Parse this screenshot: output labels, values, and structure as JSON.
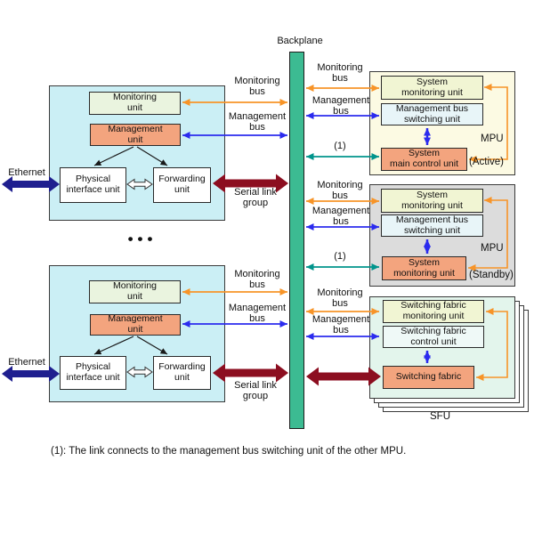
{
  "title": {
    "backplane": "Backplane"
  },
  "buses": {
    "monitoring": "Monitoring\nbus",
    "management": "Management\nbus",
    "serial_link_group": "Serial link\ngroup",
    "link_note_ref": "(1)"
  },
  "lpu": {
    "ethernet": "Ethernet",
    "monitoring_unit": "Monitoring\nunit",
    "management_unit": "Management\nunit",
    "physical_interface_unit": "Physical\ninterface unit",
    "forwarding_unit": "Forwarding\nunit",
    "ellipsis": "•••"
  },
  "mpu_active": {
    "system_monitoring_unit": "System\nmonitoring unit",
    "management_bus_switching_unit": "Management bus\nswitching unit",
    "system_main_control_unit": "System\nmain control unit",
    "tag": "MPU",
    "state": "(Active)"
  },
  "mpu_standby": {
    "system_monitoring_unit": "System\nmonitoring unit",
    "management_bus_switching_unit": "Management bus\nswitching unit",
    "bottom_control_unit": "System\nmonitoring unit",
    "tag": "MPU",
    "state": "(Standby)"
  },
  "sfu": {
    "switching_fabric_monitoring_unit": "Switching fabric\nmonitoring unit",
    "switching_fabric_control_unit": "Switching fabric\ncontrol unit",
    "switching_fabric": "Switching fabric",
    "tag": "SFU"
  },
  "footnote": "(1): The link connects to the management bus switching unit of the other MPU.",
  "colors": {
    "backplane_green": "#3CBB92",
    "board_cyan": "#CBEFF5",
    "mpu_active_bg": "#FCFAE3",
    "mpu_standby_bg": "#DCDCDC",
    "sfu_bg": "#E3F5EC",
    "unit_light_green": "#EAF4DF",
    "unit_yellow_green": "#F1F5D3",
    "unit_salmon": "#F3A47E",
    "unit_pale_blue": "#E8F5F8",
    "bus_orange": "#F79428",
    "bus_blue": "#2B2BEE",
    "bus_teal": "#00948C",
    "serial_dark_red": "#8C0E20",
    "ethernet_navy": "#1F1F8F"
  }
}
